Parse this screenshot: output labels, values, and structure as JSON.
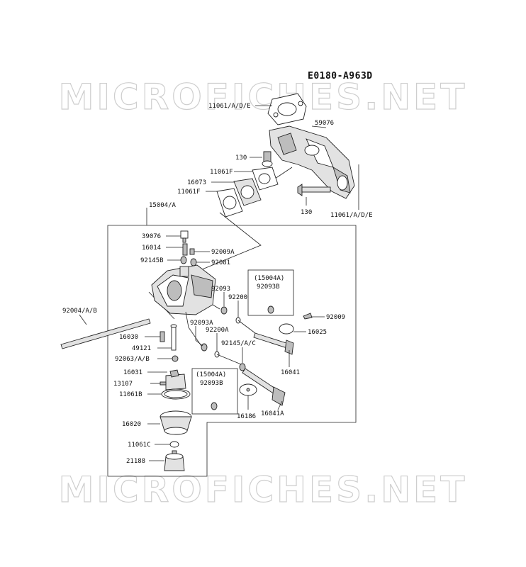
{
  "diagram_code": "E0180-A963D",
  "watermark": "MICROFICHES.NET",
  "parts": {
    "gasket_top": "11061/A/D/E",
    "manifold": "59076",
    "bolt_upper": "130",
    "gasket_f1": "11061F",
    "spacer": "16073",
    "gasket_f2": "11061F",
    "bolt_lower": "130",
    "gasket_lower": "11061/A/D/E",
    "carburetor_assy": "15004/A",
    "screw_39076": "39076",
    "jet_16014": "16014",
    "screw_92009a": "92009A",
    "spring_92145b": "92145B",
    "oring_92081": "92081",
    "inset1_title": "(15004A)",
    "inset1_part": "92093B",
    "seal_92093": "92093",
    "washer_92200": "92200",
    "screw_92009": "92009",
    "stud": "92004/A/B",
    "plate_16025": "16025",
    "jet_16030": "16030",
    "seal_92093a": "92093A",
    "washer_92200a": "92200A",
    "pin_49121": "49121",
    "spring_92145ac": "92145/A/C",
    "clip_92063": "92063/A/B",
    "shaft_16041": "16041",
    "float_16031": "16031",
    "screw_13107": "13107",
    "gasket_11061b": "11061B",
    "inset2_title": "(15004A)",
    "inset2_part": "92093B",
    "valve_16186": "16186",
    "shaft_16041a": "16041A",
    "bowl_16020": "16020",
    "gasket_11061c": "11061C",
    "solenoid_21188": "21188"
  }
}
